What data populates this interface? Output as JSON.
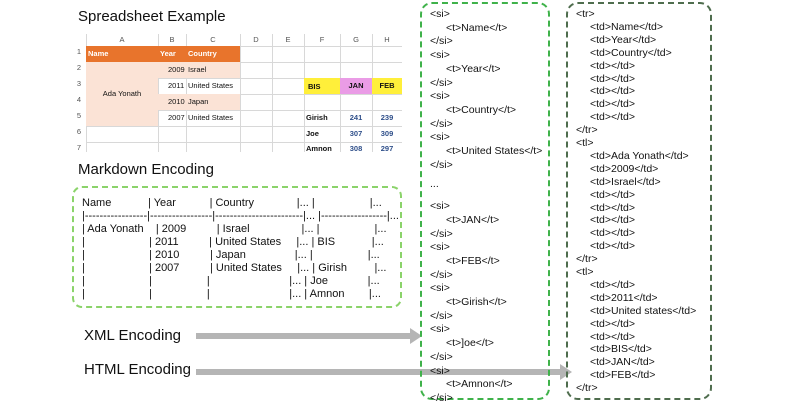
{
  "headings": {
    "spreadsheet": "Spreadsheet Example",
    "markdown": "Markdown Encoding",
    "xml": "XML Encoding",
    "html": "HTML Encoding"
  },
  "spreadsheet": {
    "columns": [
      "A",
      "B",
      "C",
      "D",
      "E",
      "F",
      "G",
      "H"
    ],
    "rows": [
      "1",
      "2",
      "3",
      "4",
      "5",
      "6",
      "7"
    ],
    "header_cells": [
      "Name",
      "Year",
      "Country"
    ],
    "name_cell": "Ada Yonath",
    "year_country_rows": [
      {
        "year": "2009",
        "country": "Israel"
      },
      {
        "year": "2011",
        "country": "United States"
      },
      {
        "year": "2010",
        "country": "Japan"
      },
      {
        "year": "2007",
        "country": "United States"
      }
    ],
    "right_table": {
      "corner": "BIS",
      "headers": [
        "JAN",
        "FEB"
      ],
      "rows": [
        {
          "name": "Girish",
          "jan": "241",
          "feb": "239"
        },
        {
          "name": "Joe",
          "jan": "307",
          "feb": "309"
        },
        {
          "name": "Amnon",
          "jan": "308",
          "feb": "297"
        }
      ]
    },
    "colors": {
      "orange": "#e8742c",
      "peach": "#fbe3d6",
      "yellow": "#ffef3a",
      "pink": "#ea9ce6"
    }
  },
  "markdown_lines": [
    "Name            | Year           | Country              |... |                  |... ",
    "|-----------------|-----------------|------------------------|... |------------------|... ",
    "| Ada Yonath    | 2009          | Israel                 |... |                  |... ",
    "|                     | 2011          | United States     |... | BIS            |... ",
    "|                     | 2010          | Japan                |... |                  |... ",
    "|                     | 2007          | United States     |... | Girish         |... ",
    "|                     |                  |                          |... | Joe             |... ",
    "|                     |                  |                          |... | Amnon        |... "
  ],
  "xml_lines": [
    "<si>",
    "<t>Name</t>",
    "</si>",
    "<si>",
    "<t>Year</t>",
    "</si>",
    "<si>",
    "<t>Country</t>",
    "</si>",
    "<si>",
    "<t>United States</t>",
    "</si>",
    "...",
    "<si>",
    "<t>JAN</t>",
    "</si>",
    "<si>",
    "<t>FEB</t>",
    "</si>",
    "<si>",
    "<t>Girish</t>",
    "</si>",
    "<si>",
    "<t>]oe</t>",
    "</si>",
    "<si>",
    "<t>Amnon</t>",
    "</si>"
  ],
  "html_lines": [
    "<tr>",
    "<td>Name</td>",
    "<td>Year</td>",
    "<td>Country</td>",
    "<td></td>",
    "<td></td>",
    "<td></td>",
    "<td></td>",
    "<td></td>",
    "</tr>",
    "<tl>",
    "<td>Ada Yonath</td>",
    "<td>2009</td>",
    "<td>Israel</td>",
    "<td></td>",
    "<td></td>",
    "<td></td>",
    "<td></td>",
    "<td></td>",
    "</tr>",
    "<tl>",
    "<td></td>",
    "<td>2011</td>",
    "<td>United states</td>",
    "<td></td>",
    "<td></td>",
    "<td>BIS</td>",
    "<td>JAN</td>",
    "<td>FEB</td>",
    "</tr>"
  ]
}
